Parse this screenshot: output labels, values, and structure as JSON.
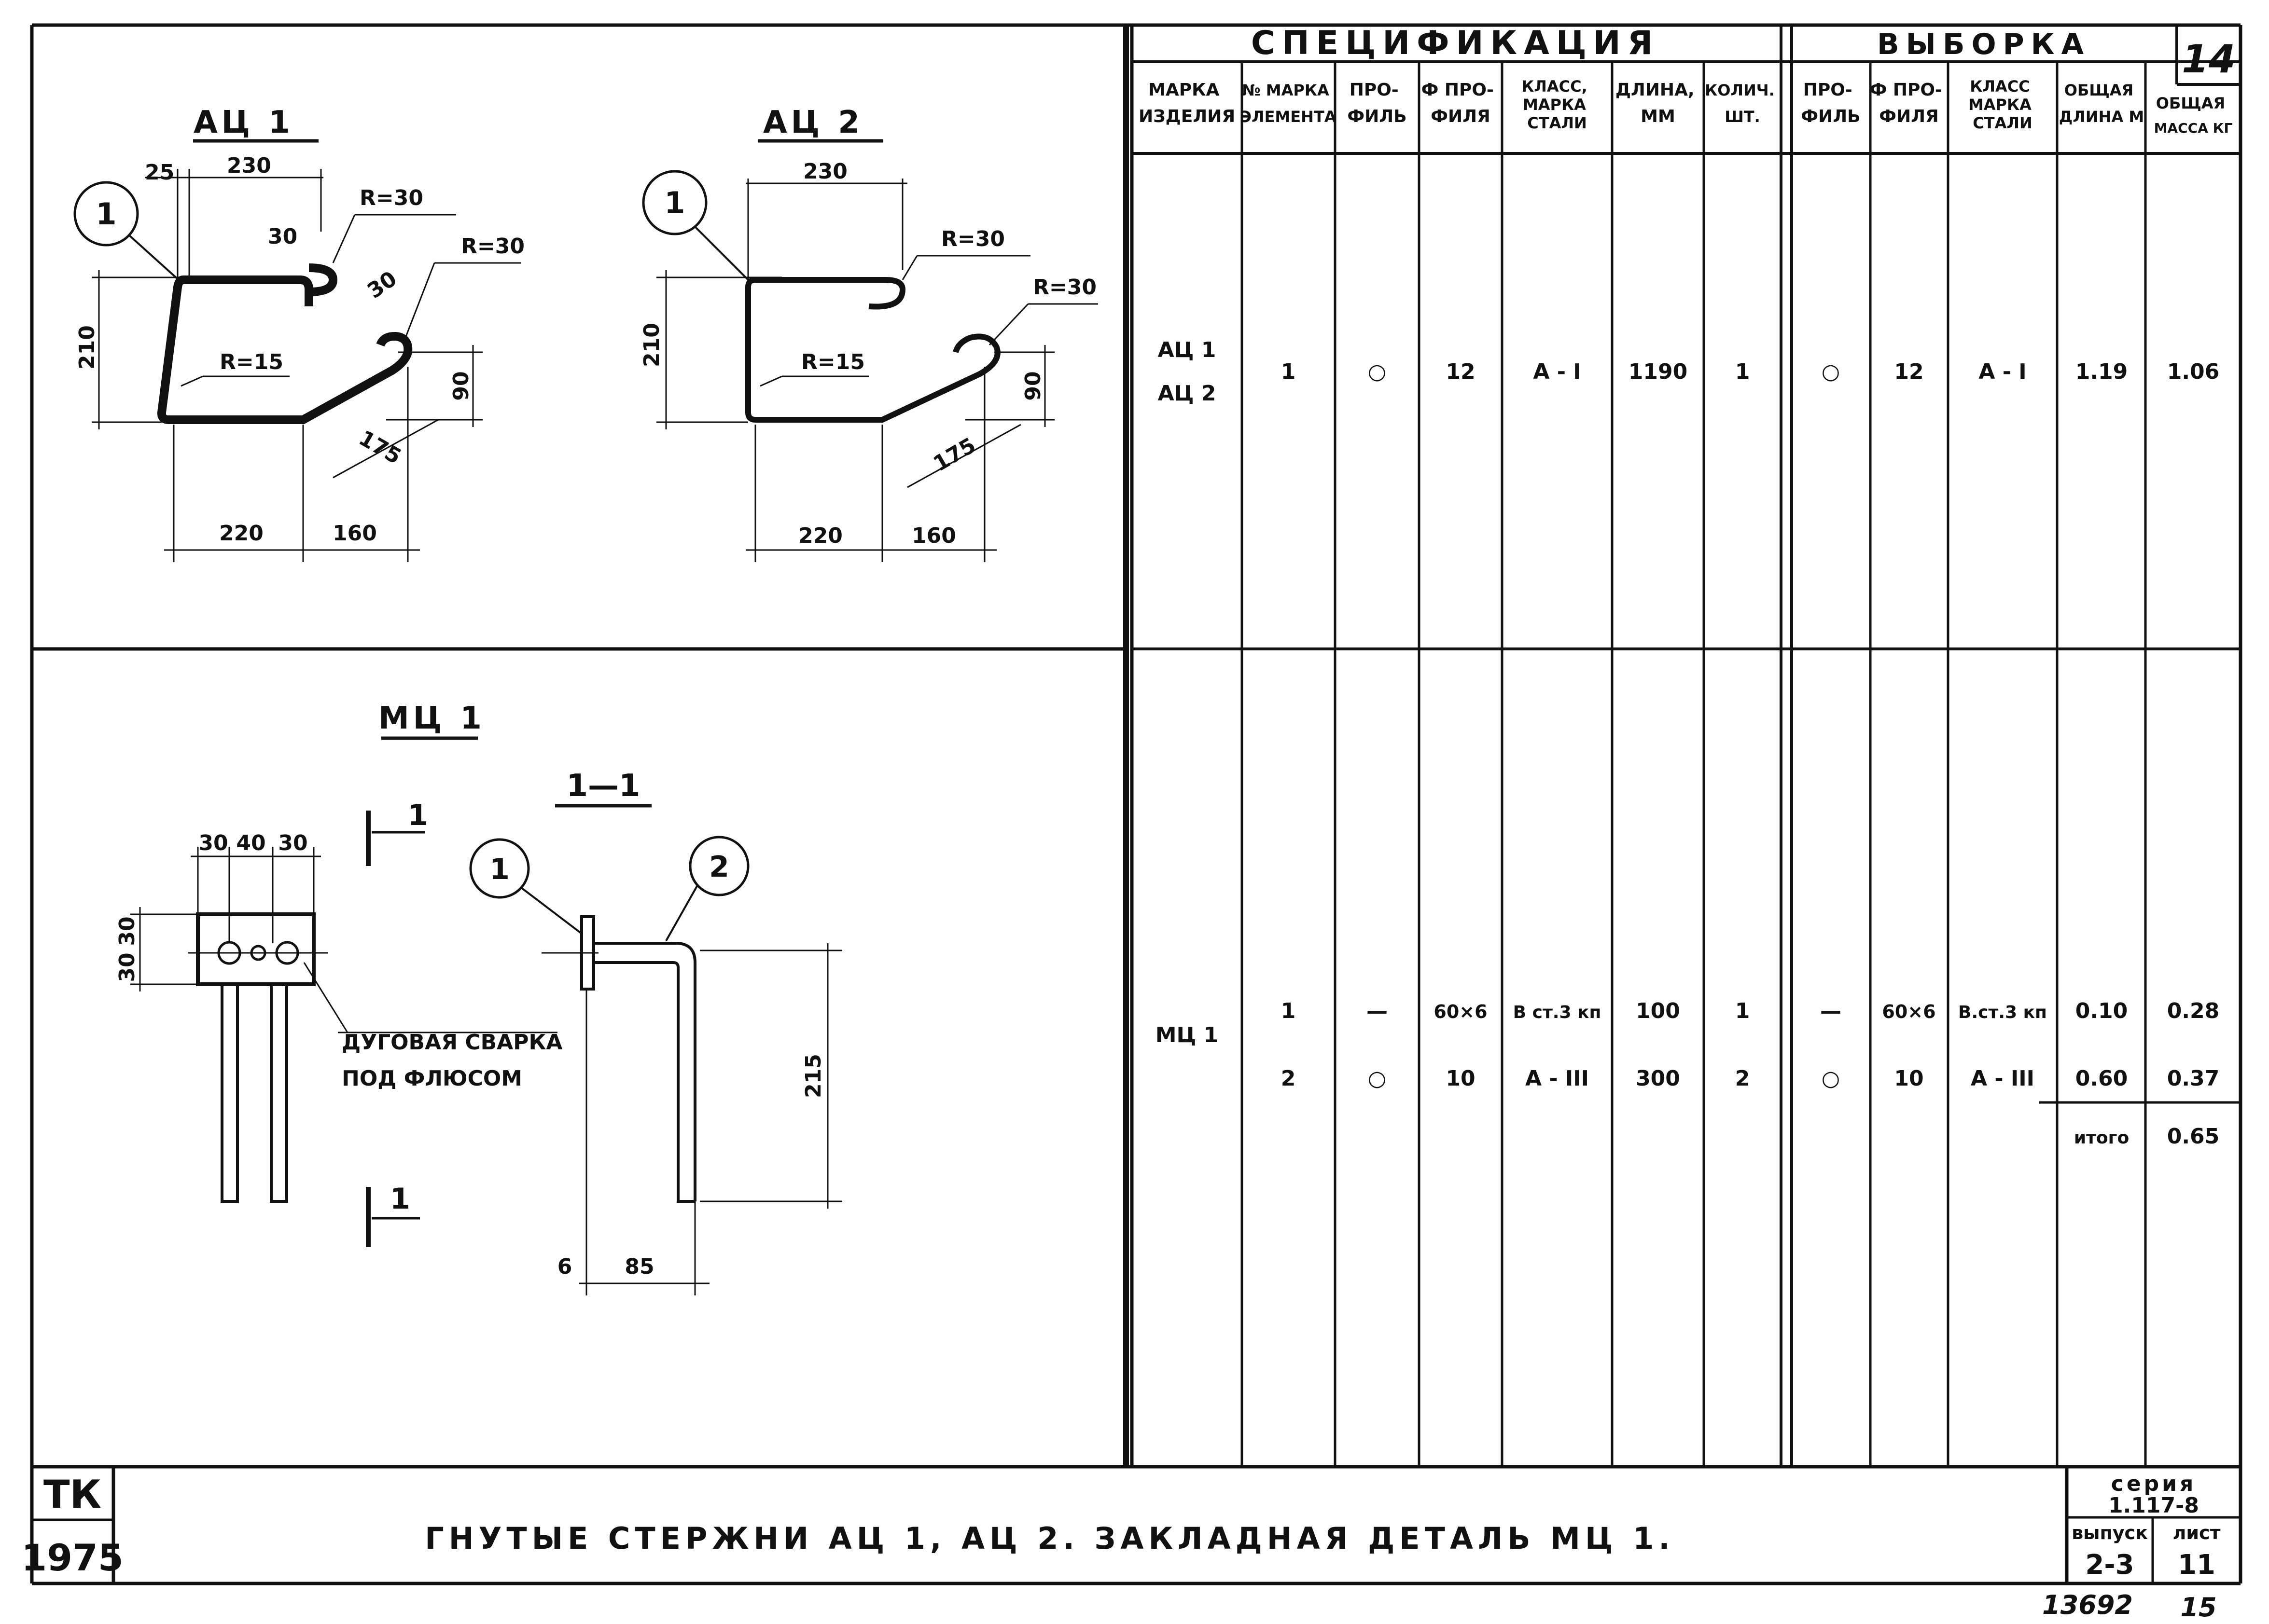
{
  "sheet_number_top": "14",
  "spec": {
    "header_spec": "СПЕЦИФИКАЦИЯ",
    "header_vyborka": "ВЫБОРКА",
    "columns": {
      "marka_izdeliya": [
        "МАРКА",
        "ИЗДЕЛИЯ"
      ],
      "nomer_elementa": [
        "№ МАРКА",
        "ЭЛЕМЕНТА"
      ],
      "profil": [
        "ПРО-",
        "ФИЛЬ"
      ],
      "diam_profilya": [
        "Ф ПРО-",
        "ФИЛЯ"
      ],
      "klass_stali": [
        "КЛАСС,",
        "МАРКА",
        "СТАЛИ"
      ],
      "dlina": [
        "ДЛИНА,",
        "ММ"
      ],
      "kolich": [
        "КОЛИЧ.",
        "ШТ."
      ],
      "v_profil": [
        "ПРО-",
        "ФИЛЬ"
      ],
      "v_diam": [
        "Ф ПРО-",
        "ФИЛЯ"
      ],
      "v_klass": [
        "КЛАСС",
        "МАРКА",
        "СТАЛИ"
      ],
      "obshaya_dlina": [
        "ОБЩАЯ",
        "ДЛИНА М"
      ],
      "obshaya_massa": [
        "ОБЩАЯ",
        "МАССА КГ"
      ]
    },
    "row_ac": {
      "marka": [
        "АЦ 1",
        "АЦ 2"
      ],
      "nomer": "1",
      "profil": "○",
      "diam": "12",
      "klass": "А - I",
      "dlina": "1190",
      "kolich": "1",
      "v_profil": "○",
      "v_diam": "12",
      "v_klass": "А - I",
      "obsh_dlina": "1.19",
      "obsh_massa": "1.06"
    },
    "row_mc": {
      "marka": "МЦ 1",
      "r1": {
        "nomer": "1",
        "profil": "—",
        "diam": "60×6",
        "klass": "В ст.3 кп",
        "dlina": "100",
        "kolich": "1",
        "v_profil": "—",
        "v_diam": "60×6",
        "v_klass": "В.ст.3 кп",
        "obsh_dlina": "0.10",
        "obsh_massa": "0.28"
      },
      "r2": {
        "nomer": "2",
        "profil": "○",
        "diam": "10",
        "klass": "А - III",
        "dlina": "300",
        "kolich": "2",
        "v_profil": "○",
        "v_diam": "10",
        "v_klass": "А - III",
        "obsh_dlina": "0.60",
        "obsh_massa": "0.37"
      },
      "itogo_label": "итого",
      "itogo_value": "0.65"
    }
  },
  "drawings": {
    "ac1": {
      "title": "АЦ 1",
      "callout": "1",
      "dims": {
        "d25": "25",
        "d230": "230",
        "d30": "30",
        "r30a": "R=30",
        "r30b": "R=30",
        "d30b": "30",
        "d210": "210",
        "r15": "R=15",
        "d90": "90",
        "d175": "175",
        "d220": "220",
        "d160": "160"
      }
    },
    "ac2": {
      "title": "АЦ 2",
      "callout": "1",
      "dims": {
        "d230": "230",
        "r30a": "R=30",
        "r30b": "R=30",
        "d210": "210",
        "r15": "R=15",
        "d90": "90",
        "d175": "175",
        "d220": "220",
        "d160": "160"
      }
    },
    "mc1": {
      "title": "МЦ 1",
      "section_mark": "1",
      "dims": {
        "d30a": "30",
        "d40": "40",
        "d30b": "30",
        "d30v1": "30",
        "d30v2": "30"
      },
      "weld_note": [
        "ДУГОВАЯ СВАРКА",
        "ПОД ФЛЮСОМ"
      ]
    },
    "sec11": {
      "title": "1—1",
      "callout1": "1",
      "callout2": "2",
      "dims": {
        "d215": "215",
        "d6": "6",
        "d85": "85"
      }
    }
  },
  "title_block": {
    "stamp_top": "ТК",
    "stamp_bottom": "1975",
    "title": "ГНУТЫЕ СТЕРЖНИ АЦ 1, АЦ 2.  ЗАКЛАДНАЯ ДЕТАЛЬ МЦ 1.",
    "seriya_label": "серия",
    "seriya_value": "1.117-8",
    "vypusk_label": "выпуск",
    "vypusk_value": "2-3",
    "list_label": "лист",
    "list_value": "11"
  },
  "bottom_notes": {
    "archive_no": "13692",
    "page": "15"
  }
}
